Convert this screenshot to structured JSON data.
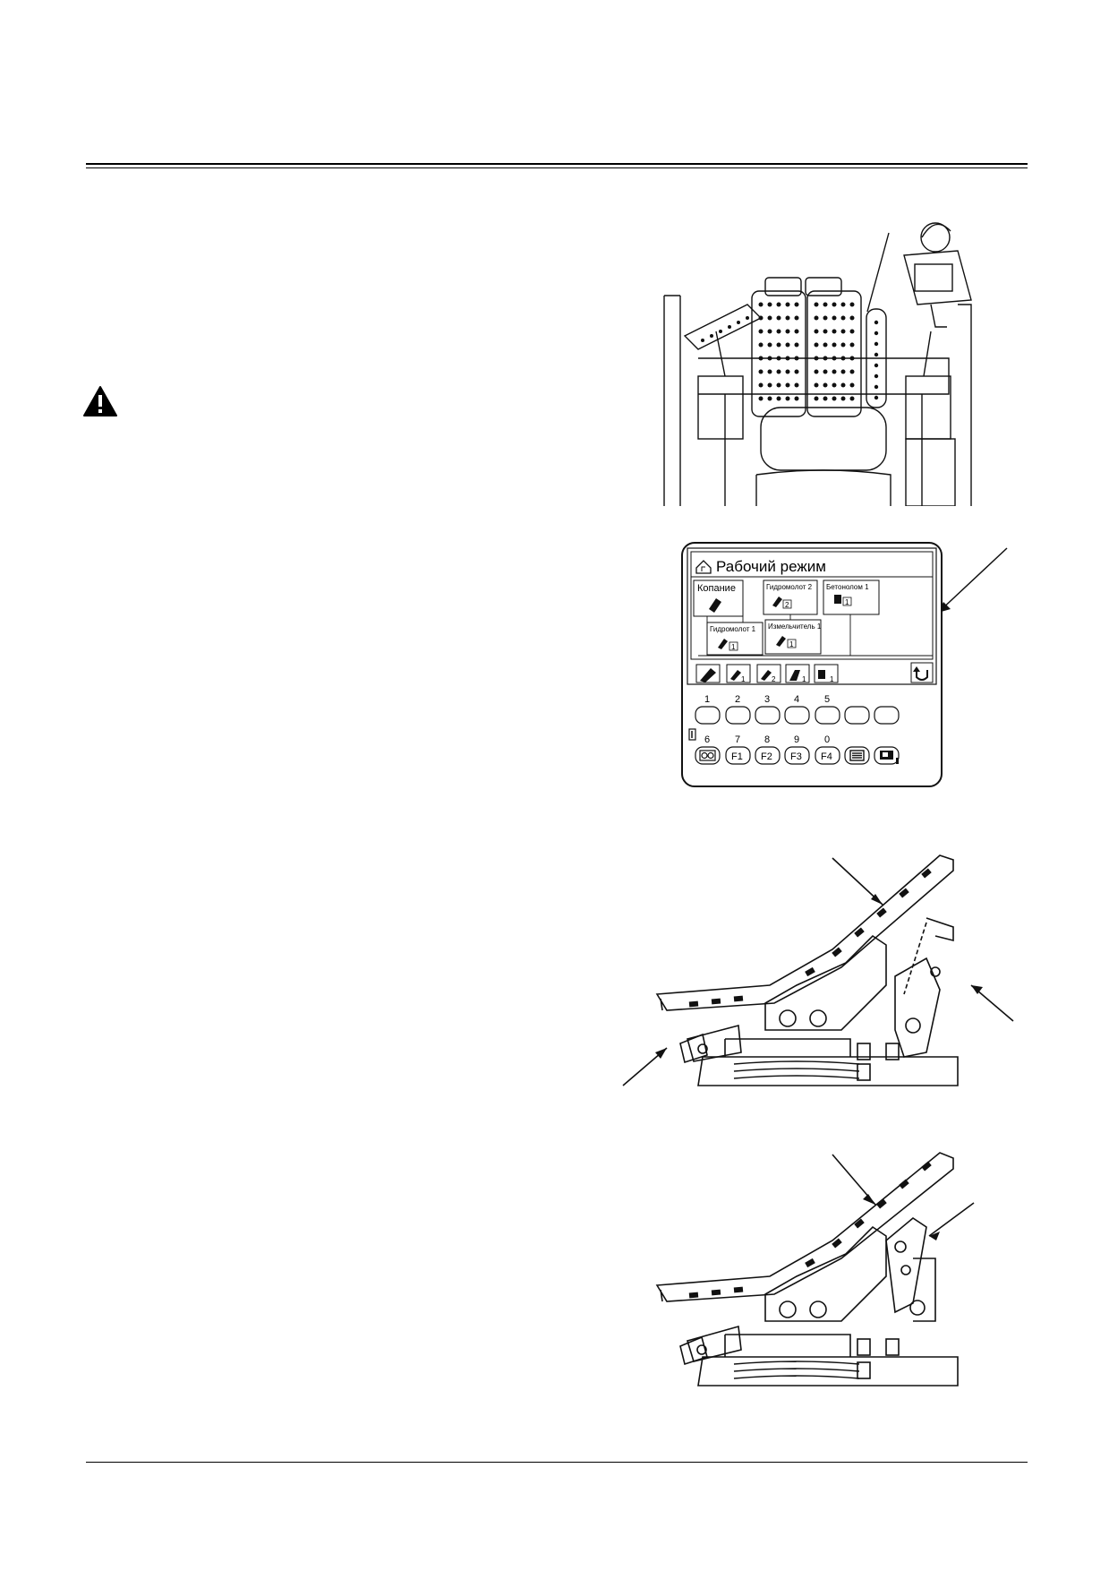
{
  "monitor": {
    "title": "Рабочий режим",
    "modes": [
      {
        "label": "Копание"
      },
      {
        "label": "Гидромолот 2",
        "badge": "2"
      },
      {
        "label": "Бетонолом 1",
        "badge": "1"
      },
      {
        "label": "Гидромолот 1",
        "badge": "1"
      },
      {
        "label": "Измельчитель 1",
        "badge": "1"
      }
    ],
    "softkey_badges": [
      "1",
      "2",
      "1",
      "1"
    ],
    "key_numbers_top": [
      "1",
      "2",
      "3",
      "4",
      "5"
    ],
    "key_numbers_bottom": [
      "6",
      "7",
      "8",
      "9",
      "0"
    ],
    "function_keys": [
      "F1",
      "F2",
      "F3",
      "F4"
    ]
  },
  "icons": {
    "warning": "warning-triangle-icon",
    "home": "home-icon",
    "return": "return-arrow-icon",
    "menu": "menu-list-icon",
    "camera": "camera-icon",
    "wiper": "wiper-icon"
  }
}
